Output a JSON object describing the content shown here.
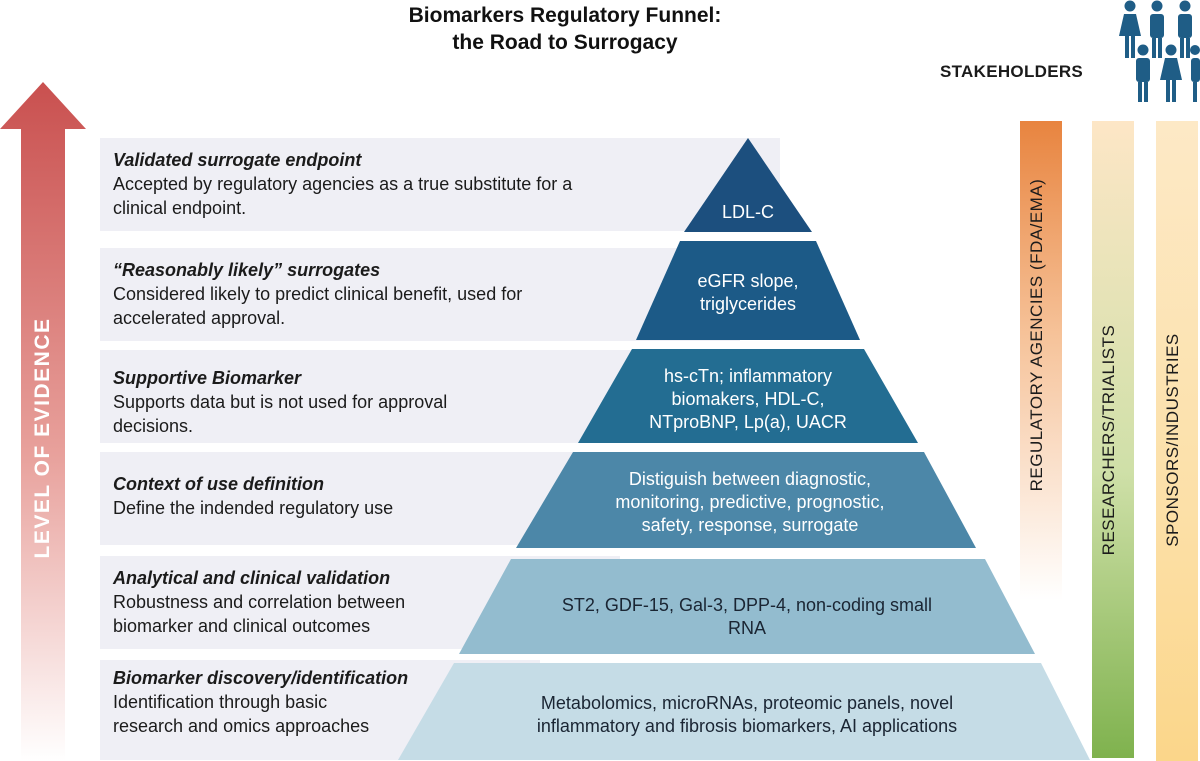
{
  "title": {
    "line1": "Biomarkers Regulatory Funnel:",
    "line2": "the Road to Surrogacy"
  },
  "stakeholders": {
    "label": "STAKEHOLDERS",
    "icon": "people-group-icon"
  },
  "evidence_axis": {
    "label": "LEVEL OF EVIDENCE"
  },
  "levels": [
    {
      "heading": "Validated surrogate endpoint",
      "desc_line1": "Accepted by regulatory agencies as a true substitute for a",
      "desc_line2": "clinical endpoint.",
      "tier_lines": [
        "LDL-C"
      ],
      "color": "#1c4f7e"
    },
    {
      "heading": "“Reasonably likely” surrogates",
      "desc_line1": "Considered likely to predict clinical benefit, used for",
      "desc_line2": "accelerated approval.",
      "tier_lines": [
        "eGFR slope,",
        "triglycerides"
      ],
      "color": "#1c5a87"
    },
    {
      "heading": "Supportive Biomarker",
      "desc_line1": "Supports data but is not used for approval",
      "desc_line2": "decisions.",
      "tier_lines": [
        "hs-cTn; inflammatory",
        "biomakers, HDL-C,",
        "NTproBNP, Lp(a), UACR"
      ],
      "color": "#236d92"
    },
    {
      "heading": "Context of use definition",
      "desc_line1": "Define the indended regulatory use",
      "desc_line2": "",
      "tier_lines": [
        "Distiguish between diagnostic,",
        "monitoring, predictive, prognostic,",
        "safety, response, surrogate"
      ],
      "color": "#4c87a8"
    },
    {
      "heading": "Analytical and clinical validation",
      "desc_line1": "Robustness and correlation between",
      "desc_line2": "biomarker and clinical outcomes",
      "tier_lines": [
        "ST2, GDF-15, Gal-3, DPP-4, non-coding small",
        "RNA"
      ],
      "color": "#93bccf"
    },
    {
      "heading": "Biomarker discovery/identification",
      "desc_line1": "Identification through basic",
      "desc_line2": "research and omics approaches",
      "tier_lines": [
        "Metabolomics, microRNAs, proteomic panels, novel",
        "inflammatory and fibrosis biomarkers, AI applications"
      ],
      "color": "#c5dce6"
    }
  ],
  "bars": [
    {
      "label": "REGULATORY AGENCIES (FDA/EMA)",
      "color_top": "#e8843f",
      "color_bottom": "#ffffff"
    },
    {
      "label": "RESEARCHERS/TRIALISTS",
      "color_top": "#fde0b8",
      "color_bottom": "#7fb24e"
    },
    {
      "label": "SPONSORS/INDUSTRIES",
      "color_top": "#fde8c0",
      "color_bottom": "#fbd68a"
    }
  ],
  "colors": {
    "arrow": "#c9504f",
    "people": "#1f5d86",
    "row_background": "#efeff5"
  }
}
